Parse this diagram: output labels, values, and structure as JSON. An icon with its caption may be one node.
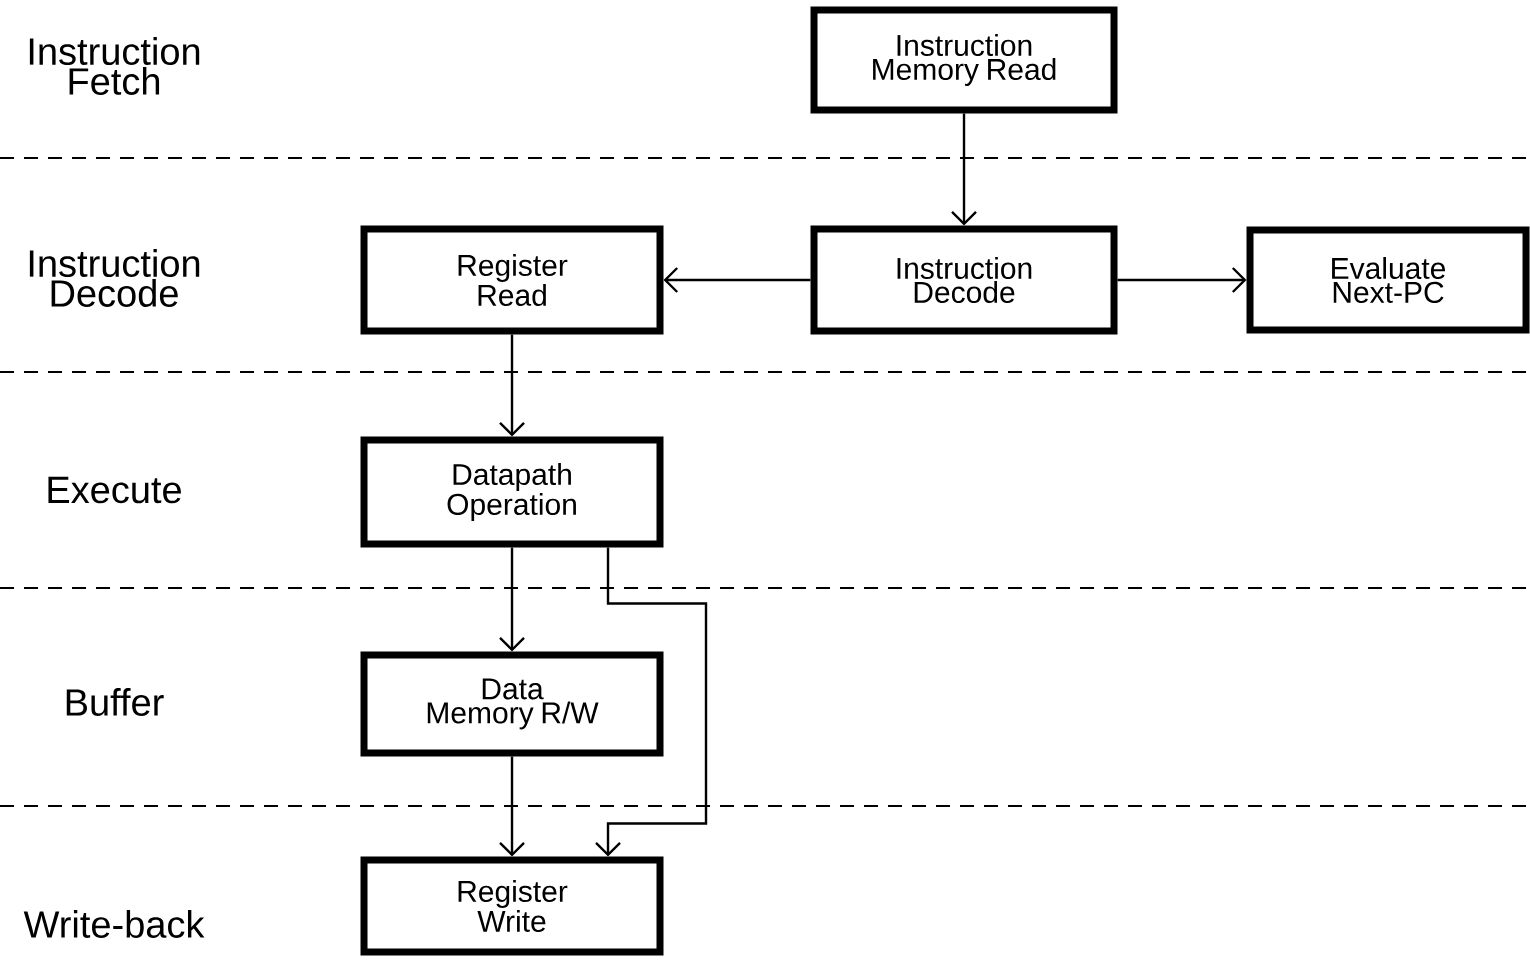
{
  "diagram": {
    "nodes": [
      {
        "text": [
          "Instruction Memory Read"
        ]
      },
      {
        "text": [
          "Register Read"
        ]
      },
      {
        "text": [
          "Instruction Decode"
        ]
      },
      {
        "text": [
          "Evaluate Next-PC"
        ]
      },
      {
        "text": [
          "Datapath Operation"
        ]
      },
      {
        "text": [
          "Data Memory R/W"
        ]
      },
      {
        "text": [
          "Register Write"
        ]
      }
    ],
    "edges": [
      {
        "from": 0,
        "to": 2,
        "arrow": "to"
      },
      {
        "from": 2,
        "to": 1,
        "arrow": "to"
      },
      {
        "from": 2,
        "to": 3,
        "arrow": "to"
      },
      {
        "from": 1,
        "to": 4,
        "arrow": "to"
      },
      {
        "from": 4,
        "to": 5,
        "arrow": "to"
      },
      {
        "from": 5,
        "to": 6,
        "arrow": "to"
      },
      {
        "from": 4,
        "to": 6,
        "arrow": "to"
      }
    ],
    "labels": [
      "Instruction Fetch",
      "Instruction Decode",
      "Execute",
      "Buffer",
      "Write-back"
    ]
  }
}
